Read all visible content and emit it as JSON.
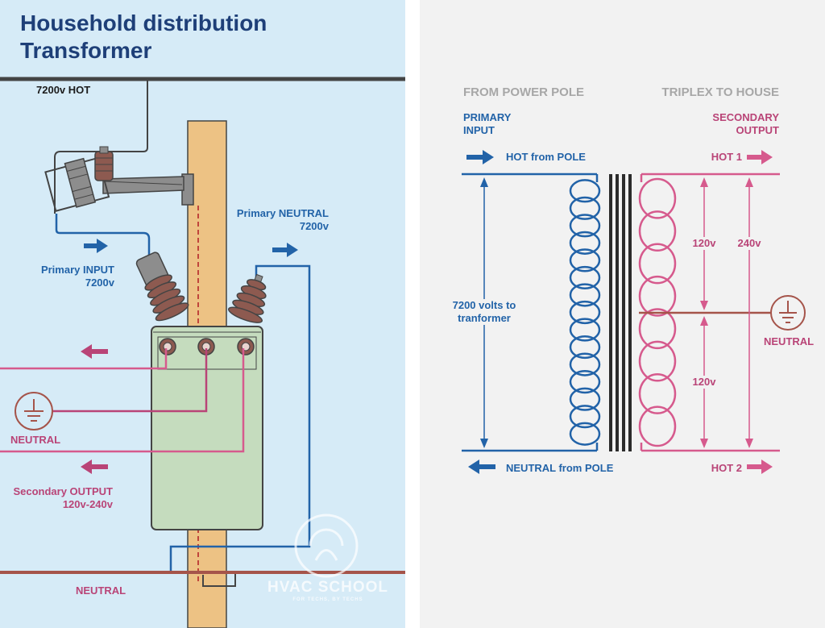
{
  "left": {
    "title_line1": "Household distribution",
    "title_line2": "Transformer",
    "hot_label": "7200v HOT",
    "primary_input_line1": "Primary INPUT",
    "primary_input_line2": "7200v",
    "primary_neutral_line1": "Primary NEUTRAL",
    "primary_neutral_line2": "7200v",
    "neutral_mid": "NEUTRAL",
    "secondary_line1": "Secondary OUTPUT",
    "secondary_line2": "120v-240v",
    "neutral_bottom": "NEUTRAL",
    "watermark": "HVAC SCHOOL",
    "watermark_sub": "FOR TECHS, BY TECHS"
  },
  "right": {
    "from_pole": "FROM POWER POLE",
    "triplex": "TRIPLEX TO HOUSE",
    "primary_line1": "PRIMARY",
    "primary_line2": "INPUT",
    "secondary_line1": "SECONDARY",
    "secondary_line2": "OUTPUT",
    "hot_from_pole": "HOT from POLE",
    "hot1": "HOT 1",
    "hot2": "HOT 2",
    "neutral_from_pole": "NEUTRAL from POLE",
    "volts_line1": "7200 volts to",
    "volts_line2": "tranformer",
    "v120_top": "120v",
    "v240": "240v",
    "v120_bottom": "120v",
    "neutral": "NEUTRAL"
  },
  "colors": {
    "blue": "#2263a8",
    "pink": "#d65a8d",
    "dark_pink": "#b94477",
    "brown": "#a5544a",
    "pole": "#edc284",
    "tank": "#c5dcbe",
    "bushing": "#8d5a50"
  }
}
